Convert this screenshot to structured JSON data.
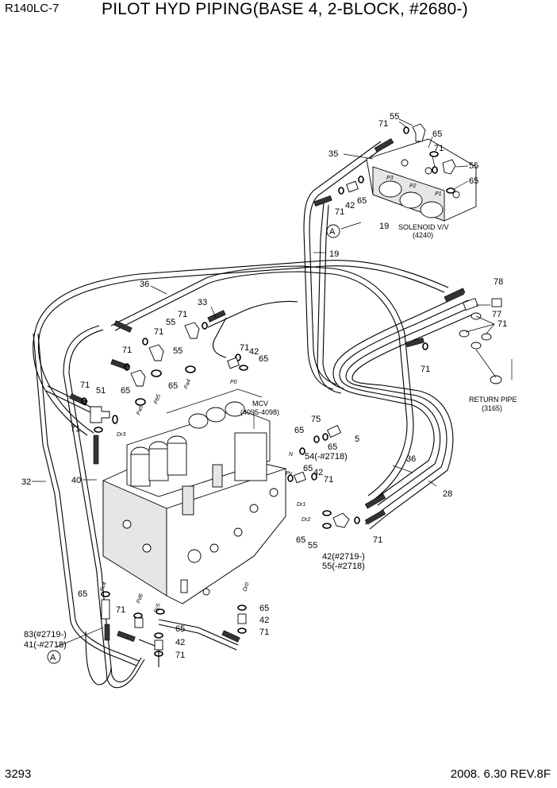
{
  "header": {
    "model": "R140LC-7",
    "title": "PILOT HYD PIPING(BASE 4, 2-BLOCK, #2680-)"
  },
  "footer": {
    "page_number": "3293",
    "revision": "2008. 6.30  REV.8F"
  },
  "assemblies": {
    "solenoid_name": "SOLENOID V/V",
    "solenoid_ref": "(4240)",
    "mcv_name": "MCV",
    "mcv_ref": "(4095-4098)",
    "return_name": "RETURN PIPE",
    "return_ref": "(3165)",
    "connector_a_top": "A",
    "connector_a_bottom": "A"
  },
  "callouts": {
    "c55a": "55",
    "c71a": "71",
    "c65a": "65",
    "c71b": "71",
    "c55b": "55",
    "c65b": "65",
    "c35": "35",
    "c42a": "42",
    "c65c": "65",
    "c71c": "71",
    "c19a": "19",
    "c19b": "19",
    "c36a": "36",
    "c71d": "71",
    "c33": "33",
    "c55c": "55",
    "c71e": "71",
    "c71f": "71",
    "c42b": "42",
    "c65d": "65",
    "c71g": "71",
    "c55d": "55",
    "c65e": "65",
    "c78": "78",
    "c77": "77",
    "c71h": "71",
    "c71i": "71",
    "c71j": "71",
    "c51": "51",
    "c65f": "65",
    "c71k": "71",
    "c75": "75",
    "c65g": "65",
    "c65h": "65",
    "c5": "5",
    "c54": "54(-#2718)",
    "c32": "32",
    "c40": "40",
    "c36b": "36",
    "c28": "28",
    "c65i": "65",
    "c42c": "42",
    "c71l": "71",
    "c65j": "65",
    "c55e": "55",
    "c71m": "71",
    "c42_55a": "42(#2719-)",
    "c42_55b": "55(-#2718)",
    "c65k": "65",
    "c71n": "71",
    "c65l": "65",
    "c42d": "42",
    "c71o": "71",
    "c83_41a": "83(#2719-)",
    "c83_41b": "41(-#2718)",
    "c65m": "65",
    "c42e": "42",
    "c71p": "71"
  },
  "ports": {
    "p_pa4": "Pa4",
    "p_pb5": "Pb5",
    "p_pa5": "Pa5",
    "p_p0": "P0",
    "p_dr3": "Dr3",
    "p_n": "N",
    "p_pv": "Pv",
    "p_dr1": "Dr1",
    "p_dr2": "Dr2",
    "p_dr0": "Dr0",
    "p_pc4": "Pc4",
    "p_pd6": "Pd6",
    "p_pc5": "Pc5",
    "p_p3": "P3",
    "p_p2": "P2",
    "p_p1": "P1"
  }
}
